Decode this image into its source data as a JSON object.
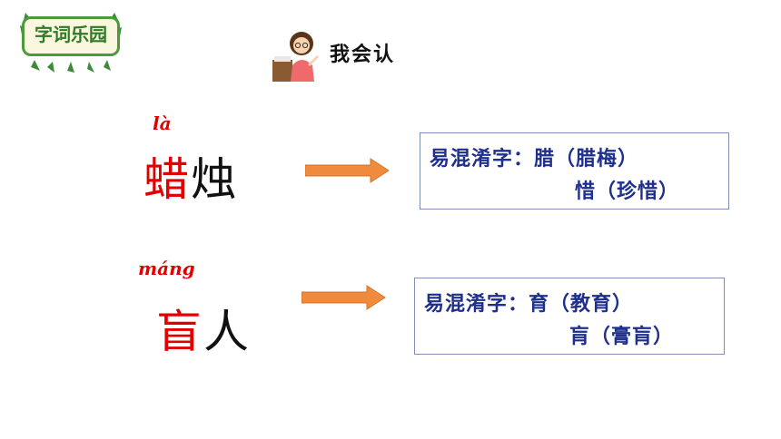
{
  "badge": {
    "label": "字词乐园"
  },
  "section": {
    "title": "我会认"
  },
  "items": [
    {
      "pinyin": "là",
      "highlight": "蜡",
      "rest": "烛",
      "note_prefix": "易混淆字：",
      "note_line1": "腊（腊梅）",
      "note_line2": "惜（珍惜）"
    },
    {
      "pinyin": "máng",
      "highlight": "盲",
      "rest": "人",
      "note_prefix": "易混淆字：",
      "note_line1": "育（教育）",
      "note_line2": "肓（膏肓）"
    }
  ],
  "colors": {
    "highlight": "#e00000",
    "note_text": "#1f2f8c",
    "arrow": "#f08a3c",
    "badge_border": "#4b9a3c"
  }
}
